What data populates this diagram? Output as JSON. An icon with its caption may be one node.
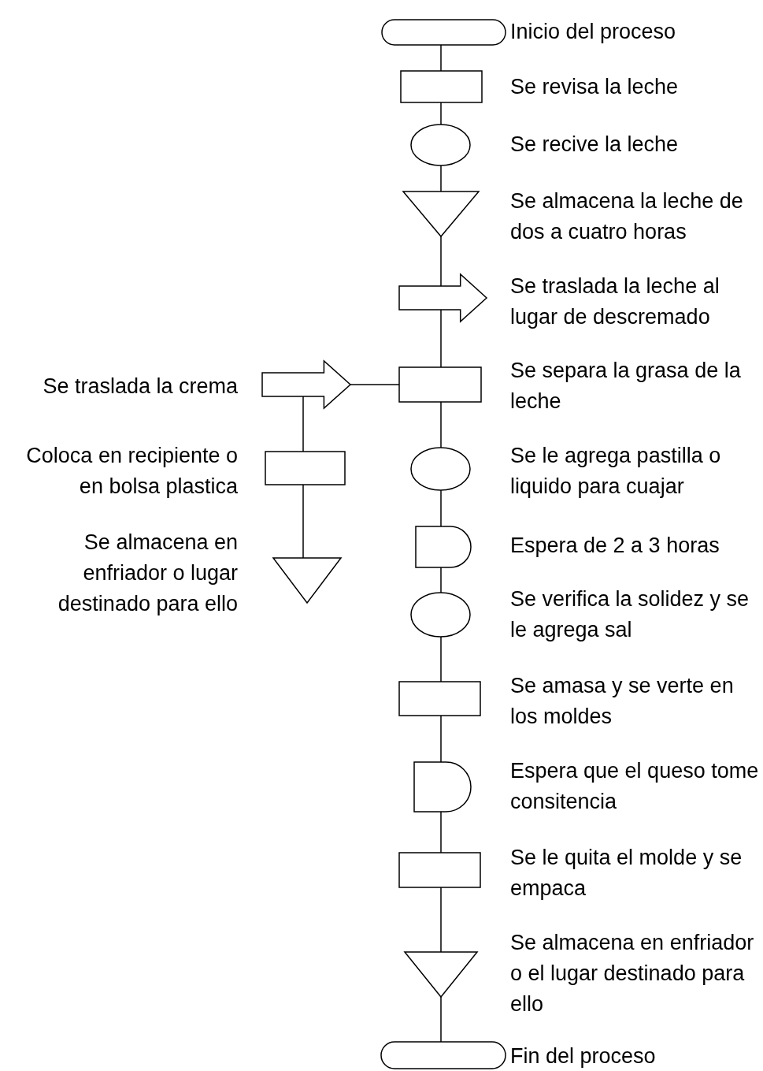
{
  "diagram": {
    "nodes": [
      {
        "text": [],
        "shape": "oval",
        "beside": [
          "Inicio del proceso"
        ]
      },
      {
        "text": [],
        "shape": "box",
        "beside": [
          "Se revisa la leche"
        ]
      },
      {
        "text": [],
        "shape": "circle",
        "beside": [
          "Se recive la leche"
        ]
      },
      {
        "text": [],
        "shape": "triangle",
        "beside": [
          "Se almacena la leche de dos a cuatro horas"
        ]
      },
      {
        "text": [],
        "shape": "arrow",
        "beside": [
          "Se traslada la leche al lugar de descremado"
        ]
      },
      {
        "text": [],
        "shape": "box",
        "beside": [
          "Se separa la grasa de la leche"
        ]
      },
      {
        "text": [],
        "shape": "circle",
        "beside": [
          "Se le agrega pastilla o liquido para cuajar"
        ]
      },
      {
        "text": [],
        "shape": "semicircle",
        "beside": [
          "Espera de 2 a 3 horas"
        ]
      },
      {
        "text": [],
        "shape": "circle",
        "beside": [
          "Se verifica la solidez y se le agrega sal"
        ]
      },
      {
        "text": [],
        "shape": "box",
        "beside": [
          "Se amasa y se verte en los moldes"
        ]
      },
      {
        "text": [],
        "shape": "semicircle",
        "beside": [
          "Espera que el queso tome consitencia"
        ]
      },
      {
        "text": [],
        "shape": "box",
        "beside": [
          "Se le quita el molde y se empaca"
        ]
      },
      {
        "text": [],
        "shape": "triangle",
        "beside": [
          "Se almacena en enfriador o el lugar destinado para ello"
        ]
      },
      {
        "text": [],
        "shape": "oval",
        "beside": [
          "Fin del proceso"
        ]
      },
      {
        "text": [],
        "shape": "arrow",
        "beside": [
          "Se traslada la crema"
        ]
      },
      {
        "text": [],
        "shape": "box",
        "beside": [
          "Coloca en recipiente o en bolsa plastica"
        ]
      },
      {
        "text": [],
        "shape": "triangle",
        "beside": [
          "Se almacena en enfriador o lugar destinado para ello"
        ]
      }
    ],
    "edges": [
      {
        "from": 0,
        "to": 1,
        "arrow": "none"
      },
      {
        "from": 1,
        "to": 2,
        "arrow": "none"
      },
      {
        "from": 2,
        "to": 3,
        "arrow": "none"
      },
      {
        "from": 3,
        "to": 4,
        "arrow": "none"
      },
      {
        "from": 4,
        "to": 5,
        "arrow": "none"
      },
      {
        "from": 5,
        "to": 6,
        "arrow": "none"
      },
      {
        "from": 6,
        "to": 7,
        "arrow": "none"
      },
      {
        "from": 7,
        "to": 8,
        "arrow": "none"
      },
      {
        "from": 8,
        "to": 9,
        "arrow": "none"
      },
      {
        "from": 9,
        "to": 10,
        "arrow": "none"
      },
      {
        "from": 10,
        "to": 11,
        "arrow": "none"
      },
      {
        "from": 11,
        "to": 12,
        "arrow": "none"
      },
      {
        "from": 12,
        "to": 13,
        "arrow": "none"
      },
      {
        "from": 5,
        "to": 14,
        "arrow": "none"
      },
      {
        "from": 14,
        "to": 15,
        "arrow": "none"
      },
      {
        "from": 15,
        "to": 16,
        "arrow": "none"
      }
    ]
  }
}
